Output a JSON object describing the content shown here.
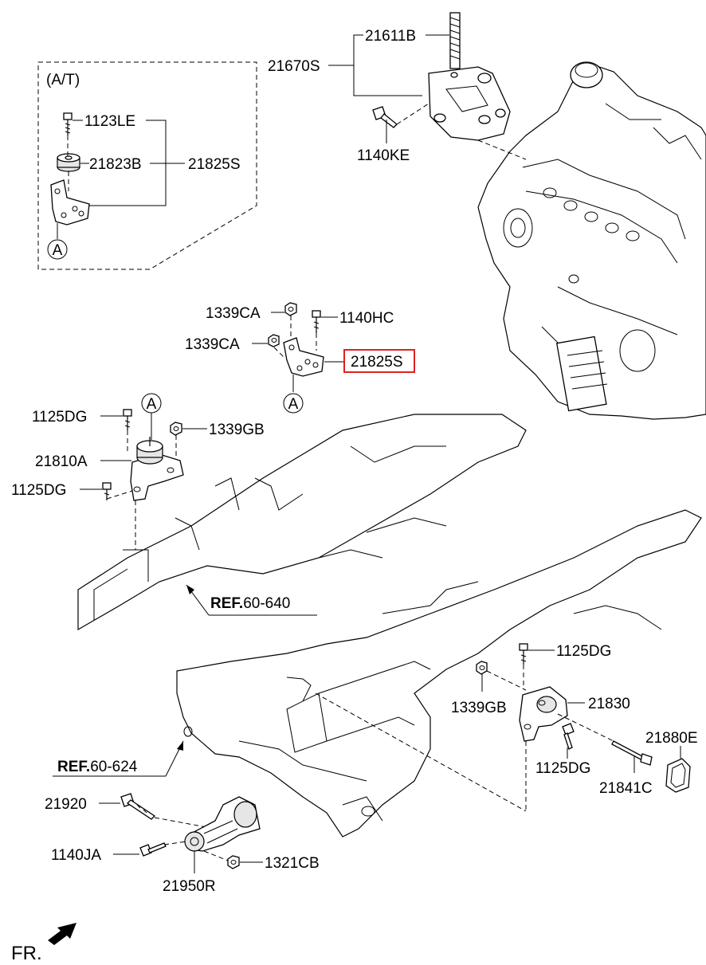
{
  "inset": {
    "title": "(A/T)",
    "circle": "A",
    "labels": {
      "bolt": "1123LE",
      "bushing": "21823B",
      "assembly": "21825S"
    }
  },
  "labels": {
    "p21611B": "21611B",
    "p21670S": "21670S",
    "p1140KE": "1140KE",
    "p1339CA_1": "1339CA",
    "p1339CA_2": "1339CA",
    "p1140HC": "1140HC",
    "p21825S": "21825S",
    "circleA_bracket": "A",
    "circleA_mount": "A",
    "p1125DG_1": "1125DG",
    "p1339GB_1": "1339GB",
    "p21810A": "21810A",
    "p1125DG_2": "1125DG",
    "p1125DG_3": "1125DG",
    "p21830": "21830",
    "p1339GB_2": "1339GB",
    "p1125DG_4": "1125DG",
    "p21880E": "21880E",
    "p21841C": "21841C",
    "p21920": "21920",
    "p1140JA": "1140JA",
    "p1321CB": "1321CB",
    "p21950R": "21950R"
  },
  "refs": {
    "ref1_bold": "REF.",
    "ref1_num": "60-640",
    "ref2_bold": "REF.",
    "ref2_num": "60-624"
  },
  "front": "FR.",
  "highlight_color": "#e02020",
  "icons": {
    "front_arrow": "arrow-icon"
  }
}
